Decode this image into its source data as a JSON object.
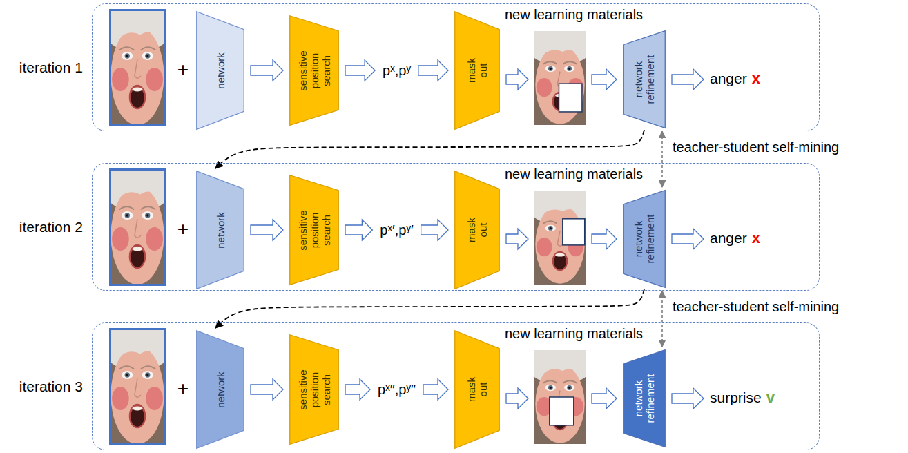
{
  "diagram": {
    "nodes": [
      {
        "text": [
          "iteration 1"
        ]
      },
      {
        "text": [
          "network"
        ],
        "in": 0
      },
      {
        "text": [
          "sensitive position search"
        ],
        "in": 0
      },
      {
        "text": [
          "mask out"
        ],
        "in": 0
      },
      {
        "text": [
          "network refinement"
        ],
        "in": 0
      },
      {
        "text": [
          "iteration 2"
        ]
      },
      {
        "text": [
          "network"
        ],
        "in": 5
      },
      {
        "text": [
          "sensitive position search"
        ],
        "in": 5
      },
      {
        "text": [
          "mask out"
        ],
        "in": 5
      },
      {
        "text": [
          "network refinement"
        ],
        "in": 5
      },
      {
        "text": [
          "iteration 3"
        ]
      },
      {
        "text": [
          "network"
        ],
        "in": 10
      },
      {
        "text": [
          "sensitive position search"
        ],
        "in": 10
      },
      {
        "text": [
          "mask out"
        ],
        "in": 10
      },
      {
        "text": [
          "network refinement"
        ],
        "in": 10
      }
    ],
    "edges": [
      {
        "from": 1,
        "to": 2,
        "arrow": "to"
      },
      {
        "from": 2,
        "to": 3,
        "label": "pˣ,pʸ",
        "arrow": "to"
      },
      {
        "from": 3,
        "to": 4,
        "arrow": "to"
      },
      {
        "from": 6,
        "to": 7,
        "arrow": "to"
      },
      {
        "from": 7,
        "to": 8,
        "label": "pˣ′,pʸ′",
        "arrow": "to"
      },
      {
        "from": 8,
        "to": 9,
        "arrow": "to"
      },
      {
        "from": 11,
        "to": 12,
        "arrow": "to"
      },
      {
        "from": 12,
        "to": 13,
        "label": "pˣ″,pʸ″",
        "arrow": "to"
      },
      {
        "from": 13,
        "to": 14,
        "arrow": "to"
      },
      {
        "from": 4,
        "to": 6,
        "arrow": "to"
      },
      {
        "from": 9,
        "to": 11,
        "arrow": "to"
      },
      {
        "from": 4,
        "to": 9,
        "label": "teacher-student self-mining",
        "arrow": "both"
      },
      {
        "from": 9,
        "to": 14,
        "label": "teacher-student self-mining",
        "arrow": "both"
      }
    ],
    "labels": [
      "+",
      "new learning materials",
      "anger",
      "x",
      "+",
      "new learning materials",
      "anger",
      "x",
      "+",
      "new learning materials",
      "surprise",
      "v"
    ]
  }
}
